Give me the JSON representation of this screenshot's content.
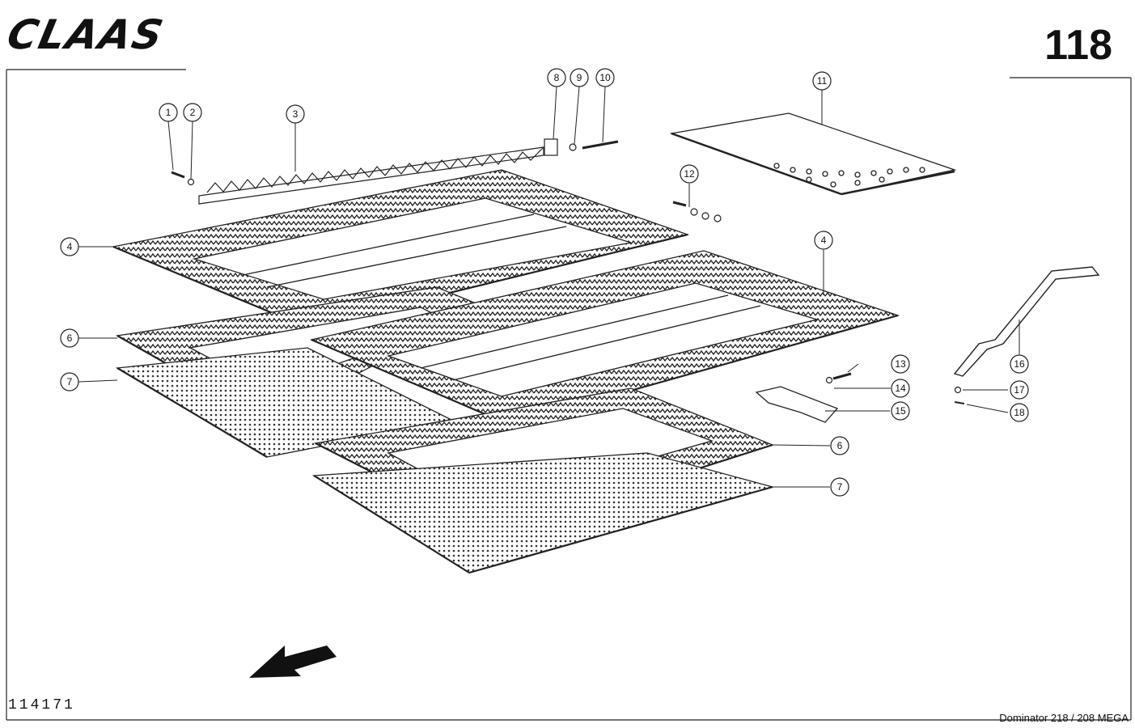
{
  "header": {
    "brand_logo": "CLAAS",
    "page_number": "118"
  },
  "footer": {
    "drawing_number": "114171",
    "model": "Dominator 218 / 208 MEGA"
  },
  "callouts": [
    "1",
    "2",
    "3",
    "4",
    "4",
    "6",
    "6",
    "7",
    "7",
    "8",
    "9",
    "10",
    "11",
    "12",
    "13",
    "14",
    "15",
    "16",
    "17",
    "18"
  ],
  "colors": {
    "ink": "#111111",
    "paper": "#ffffff"
  },
  "icons": {
    "direction": "travel-direction-arrow-icon"
  }
}
